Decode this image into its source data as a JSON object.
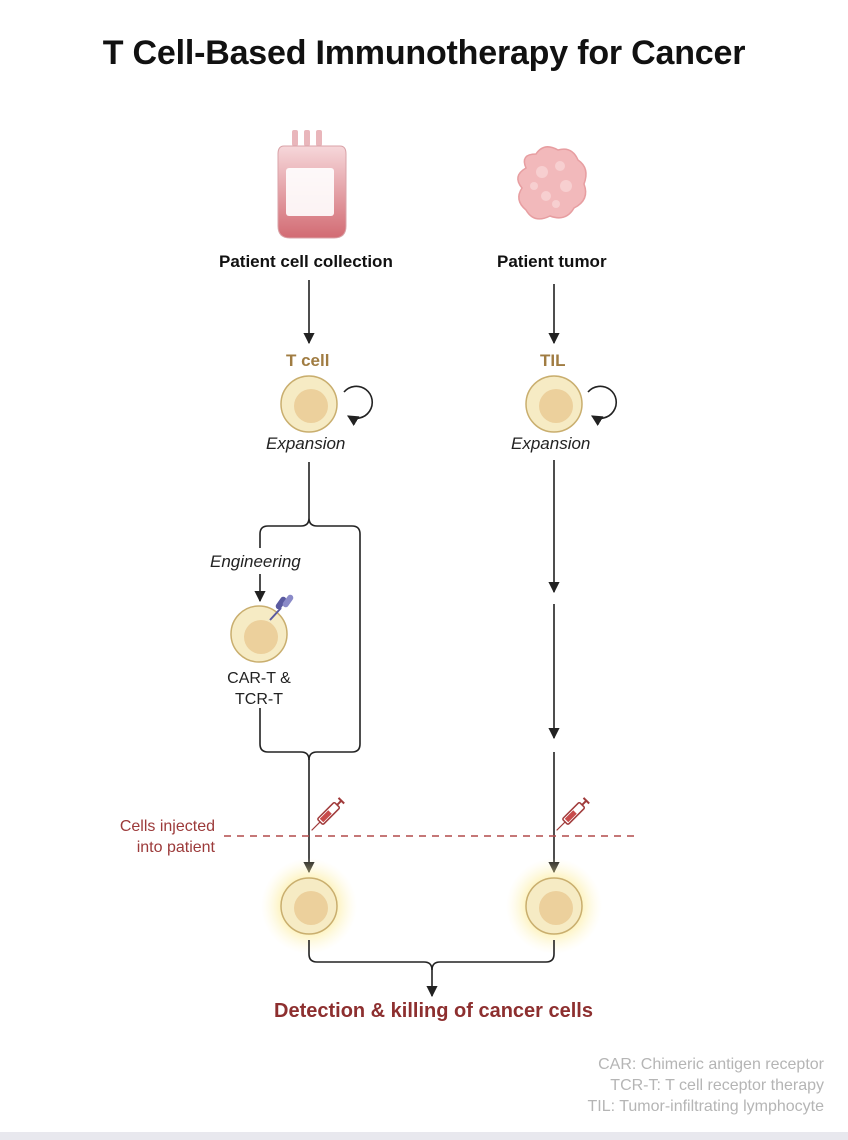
{
  "title": "T Cell-Based Immunotherapy for Cancer",
  "left_branch": {
    "source_label": "Patient cell collection",
    "cell_label": "T cell",
    "expansion_label": "Expansion",
    "engineering_label": "Engineering",
    "engineered_label_line1": "CAR-T &",
    "engineered_label_line2": "TCR-T"
  },
  "right_branch": {
    "source_label": "Patient tumor",
    "cell_label": "TIL",
    "expansion_label": "Expansion"
  },
  "injection": {
    "label_line1": "Cells injected",
    "label_line2": "into patient"
  },
  "outcome": "Detection & killing of cancer cells",
  "legend": [
    "CAR: Chimeric antigen receptor",
    "TCR-T: T cell receptor therapy",
    "TIL: Tumor-infiltrating lymphocyte"
  ],
  "colors": {
    "cell_fill": "#f6ebc4",
    "cell_nucleus": "#ecd09c",
    "cell_stroke": "#c9ae6e",
    "tan_text": "#a07c42",
    "outcome_red": "#8d2f2f",
    "dashed_line": "#b24a4a",
    "blood_bag": "#c9646a",
    "tumor": "#f0b6b8",
    "receptor": "#5a5aa0"
  }
}
